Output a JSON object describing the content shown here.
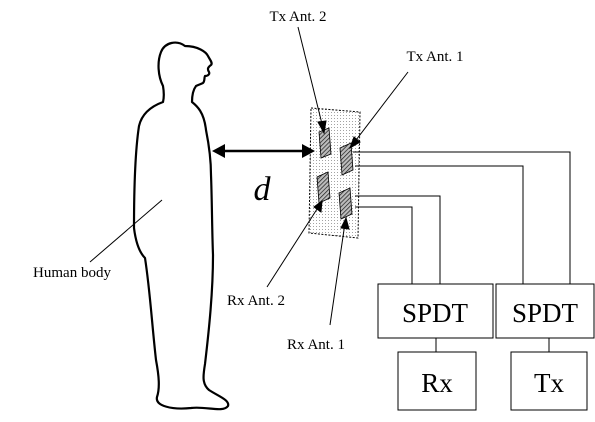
{
  "labels": {
    "tx_ant_2": "Tx Ant. 2",
    "tx_ant_1": "Tx Ant. 1",
    "rx_ant_2": "Rx Ant. 2",
    "rx_ant_1": "Rx Ant. 1",
    "human_body": "Human body",
    "distance": "d"
  },
  "blocks": {
    "spdt_rx": "SPDT",
    "spdt_tx": "SPDT",
    "rx": "Rx",
    "tx": "Tx"
  }
}
